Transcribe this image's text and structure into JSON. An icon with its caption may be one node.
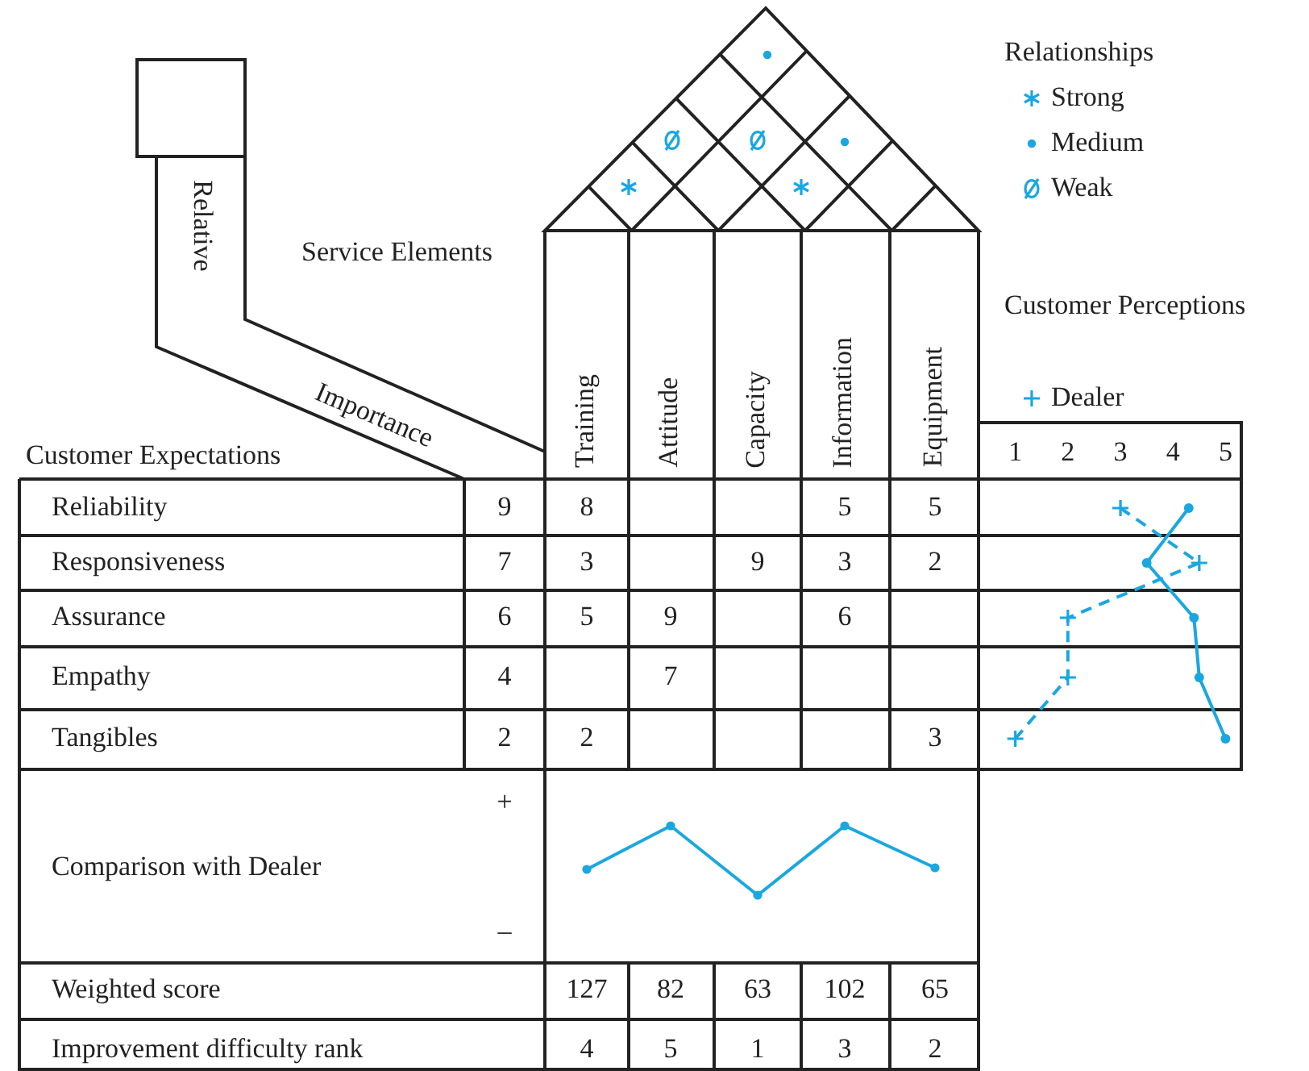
{
  "diagram": {
    "labels": [
      "Relative",
      "Importance",
      "Relationships",
      "Service Elements",
      "Customer Perceptions",
      "Customer Expectations",
      "Training",
      "Attitude",
      "Capacity",
      "Information",
      "Equipment",
      "Reliability",
      "9",
      "8",
      "5",
      "5",
      "Responsiveness",
      "7",
      "3",
      "9",
      "3",
      "2",
      "Assurance",
      "6",
      "5",
      "9",
      "6",
      "Empathy",
      "4",
      "7",
      "Tangibles",
      "2",
      "2",
      "3",
      "+",
      "Comparison with Dealer",
      "–",
      "Weighted score",
      "127",
      "82",
      "63",
      "102",
      "65",
      "Improvement difficulty rank",
      "4",
      "5",
      "1",
      "3",
      "2"
    ],
    "legend": [
      {
        "text": "Strong"
      },
      {
        "text": "Medium"
      },
      {
        "text": "Weak"
      }
    ],
    "chart_data": {
      "type": "line",
      "orientation": "horizontal",
      "xlim": [
        0.3,
        5.3
      ],
      "xticks": [
        1,
        2,
        3,
        4,
        5
      ],
      "series": [
        {
          "color": "#1aa7e0",
          "marker": "dot",
          "line_style": "solid",
          "values": [
            4.3,
            3.5,
            4.4,
            4.5,
            5
          ]
        },
        {
          "name": "Dealer",
          "color": "#1aa7e0",
          "marker": "plus",
          "line_style": "dashed",
          "values": [
            3,
            4.5,
            2,
            2,
            1
          ]
        }
      ]
    }
  }
}
